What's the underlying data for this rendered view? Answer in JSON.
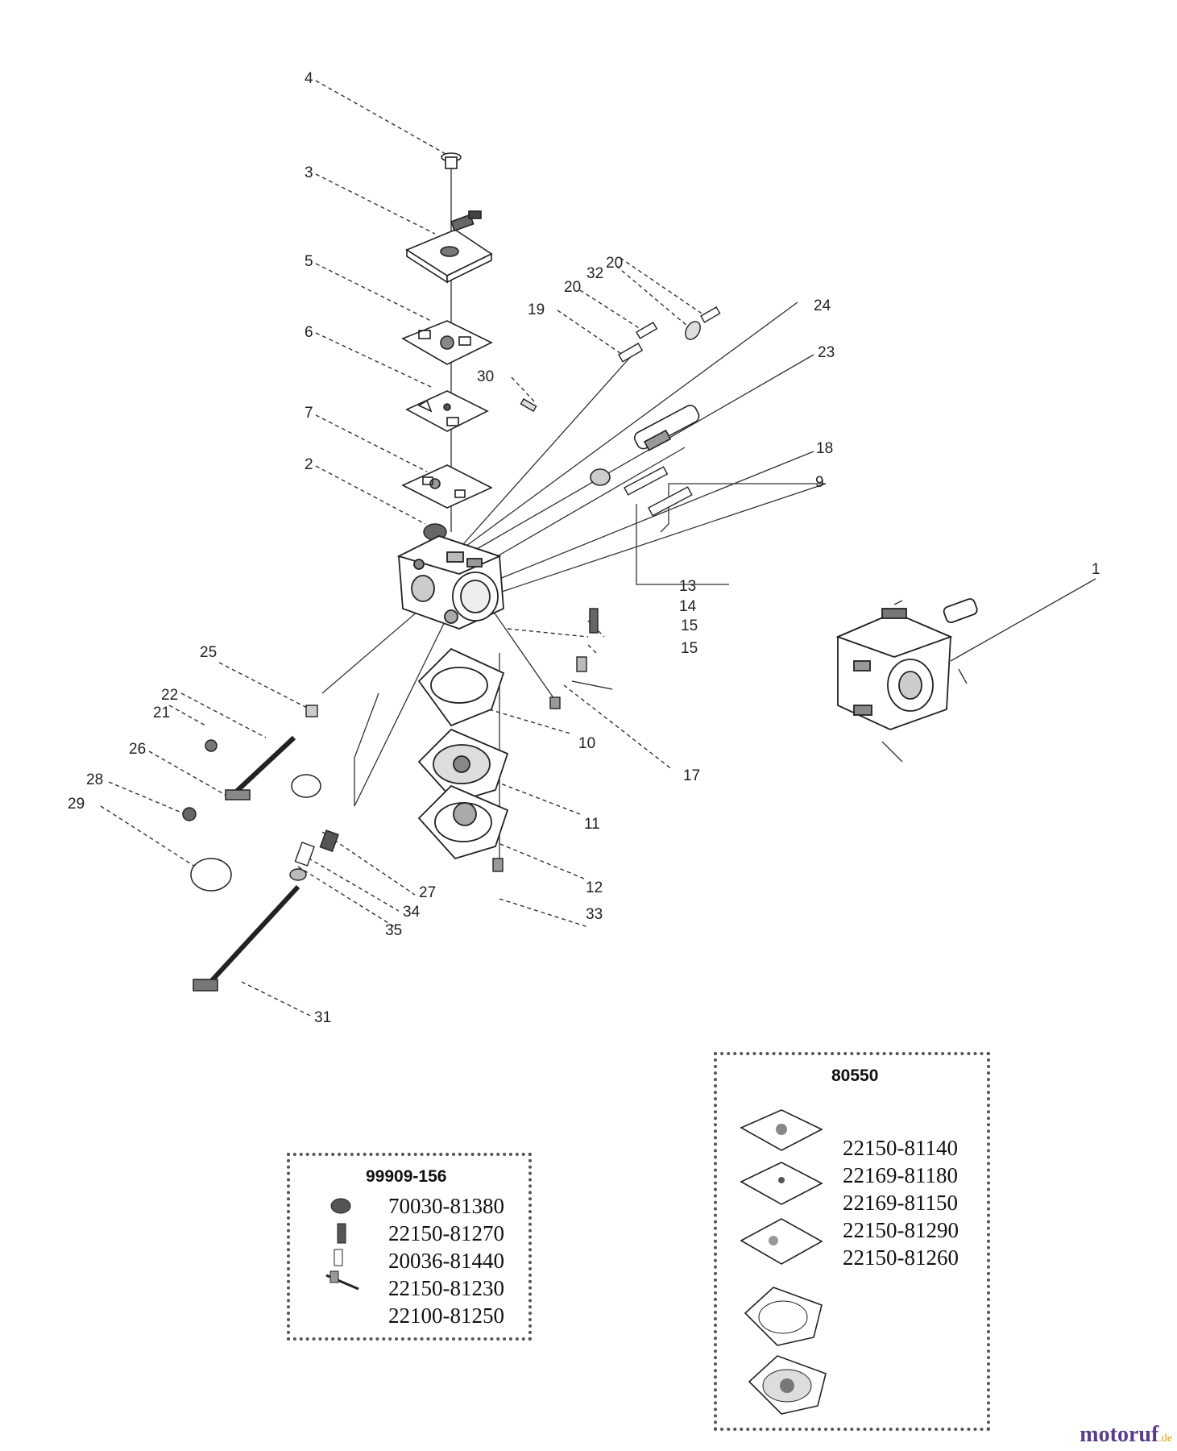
{
  "callouts": {
    "c1": "1",
    "c2": "2",
    "c3": "3",
    "c4": "4",
    "c5": "5",
    "c6": "6",
    "c7": "7",
    "c9": "9",
    "c10": "10",
    "c11": "11",
    "c12": "12",
    "c13": "13",
    "c14": "14",
    "c15a": "15",
    "c15b": "15",
    "c17": "17",
    "c18": "18",
    "c19": "19",
    "c20a": "20",
    "c20b": "20",
    "c21": "21",
    "c22": "22",
    "c23": "23",
    "c24": "24",
    "c25": "25",
    "c26": "26",
    "c27": "27",
    "c28": "28",
    "c29": "29",
    "c30": "30",
    "c31": "31",
    "c32": "32",
    "c33": "33",
    "c34": "34",
    "c35": "35"
  },
  "kit_repair": {
    "title": "99909-156",
    "parts": [
      "70030-81380",
      "22150-81270",
      "20036-81440",
      "22150-81230",
      "22100-81250"
    ]
  },
  "kit_gasket": {
    "title": "80550",
    "parts": [
      "22150-81140",
      "22169-81180",
      "22169-81150",
      "22150-81290",
      "22150-81260"
    ]
  },
  "watermark": {
    "text": "motoruf",
    "suffix": ".de"
  }
}
